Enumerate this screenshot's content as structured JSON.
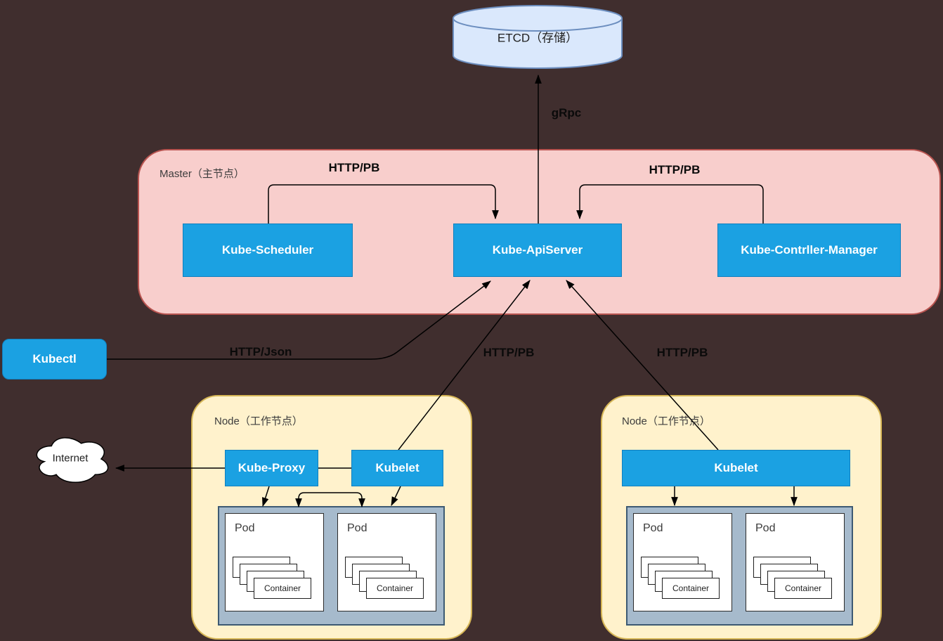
{
  "etcd": {
    "label": "ETCD（存储）"
  },
  "labels": {
    "grpc": "gRpc",
    "http_pb_scheduler": "HTTP/PB",
    "http_pb_controller": "HTTP/PB",
    "http_json": "HTTP/Json",
    "http_pb_kubelet1": "HTTP/PB",
    "http_pb_kubelet2": "HTTP/PB"
  },
  "master": {
    "label": "Master（主节点）",
    "scheduler": "Kube-Scheduler",
    "apiserver": "Kube-ApiServer",
    "controller_manager": "Kube-Contrller-Manager"
  },
  "kubectl": {
    "label": "Kubectl"
  },
  "internet": {
    "label": "Internet"
  },
  "node1": {
    "label": "Node（工作节点）",
    "kube_proxy": "Kube-Proxy",
    "kubelet": "Kubelet",
    "pod1": {
      "label": "Pod",
      "container": "Container"
    },
    "pod2": {
      "label": "Pod",
      "container": "Container"
    }
  },
  "node2": {
    "label": "Node（工作节点）",
    "kubelet": "Kubelet",
    "pod1": {
      "label": "Pod",
      "container": "Container"
    },
    "pod2": {
      "label": "Pod",
      "container": "Container"
    }
  },
  "colors": {
    "background": "#402E2E",
    "component_blue": "#1BA1E2",
    "master_fill": "#F8CECC",
    "master_border": "#B85450",
    "node_fill": "#FFF2CC",
    "node_border": "#D6B656",
    "etcd_fill": "#DAE8FC",
    "etcd_border": "#6C8EBF",
    "pod_area_fill": "#A6BACC"
  }
}
